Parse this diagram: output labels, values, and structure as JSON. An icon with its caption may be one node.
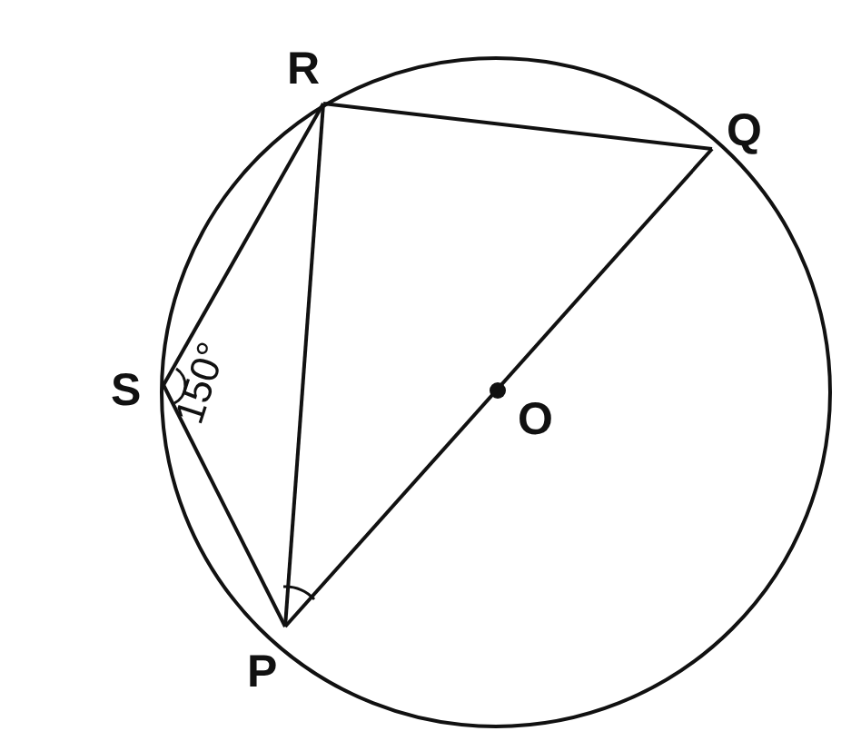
{
  "diagram": {
    "nodes": [
      {
        "text": [
          "R"
        ]
      },
      {
        "text": [
          "Q"
        ]
      },
      {
        "text": [
          "S"
        ]
      },
      {
        "text": [
          "P"
        ]
      }
    ],
    "edges": [
      {
        "from": 0,
        "to": 1,
        "arrow": "none"
      },
      {
        "from": 3,
        "to": 1,
        "arrow": "none"
      },
      {
        "from": 0,
        "to": 3,
        "arrow": "none"
      },
      {
        "from": 0,
        "to": 2,
        "arrow": "none"
      },
      {
        "from": 2,
        "to": 3,
        "arrow": "none"
      }
    ],
    "labels": [
      "150°",
      "O"
    ]
  }
}
